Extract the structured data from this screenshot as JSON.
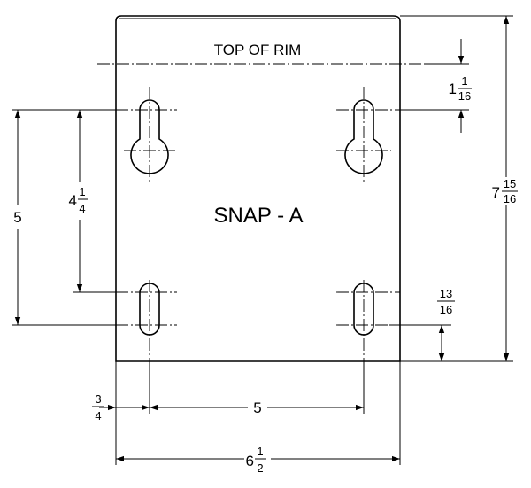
{
  "drawing": {
    "title": "SNAP - A",
    "rim_label": "TOP OF RIM"
  },
  "dimensions": {
    "hole_to_rim": {
      "whole": "1",
      "num": "1",
      "den": "16"
    },
    "overall_height": {
      "whole": "7",
      "num": "15",
      "den": "16"
    },
    "hole_vertical_spacing_outer": "5",
    "hole_vertical_spacing_inner": {
      "whole": "4",
      "num": "1",
      "den": "4"
    },
    "slot_to_bottom": {
      "num": "13",
      "den": "16"
    },
    "edge_to_hole": {
      "num": "3",
      "den": "4"
    },
    "hole_horizontal_spacing": "5",
    "overall_width": {
      "whole": "6",
      "num": "1",
      "den": "2"
    }
  }
}
